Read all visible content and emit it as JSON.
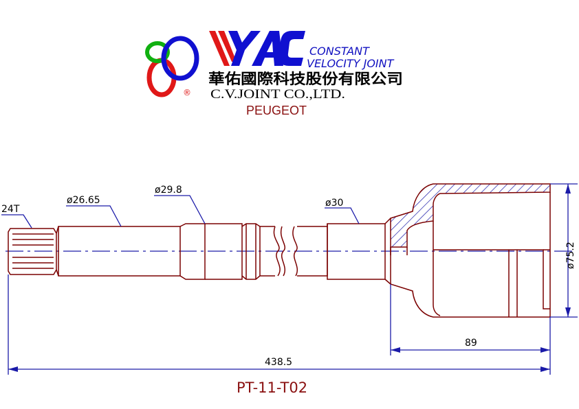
{
  "logo": {
    "brand_mark": "YAC",
    "tagline_line1": "CONSTANT",
    "tagline_line2": "VELOCITY JOINT",
    "company_zh": "華佑國際科技股份有限公司",
    "company_en": "C.V.JOINT CO.,LTD.",
    "registered_symbol": "®"
  },
  "vehicle_make": "PEUGEOT",
  "dimensions": {
    "spline_count": "24T",
    "shaft_dia_1": "ø26.65",
    "shaft_dia_2": "ø29.8",
    "shaft_dia_3": "ø30",
    "outer_dia": "ø75.2",
    "housing_length": "89",
    "overall_length": "438.5"
  },
  "part_number": "PT-11-T02",
  "colors": {
    "outline": "#7a0000",
    "dimension": "#1a1aa8",
    "logo_red": "#e01818",
    "logo_green": "#10b010",
    "logo_blue": "#1010d0"
  }
}
